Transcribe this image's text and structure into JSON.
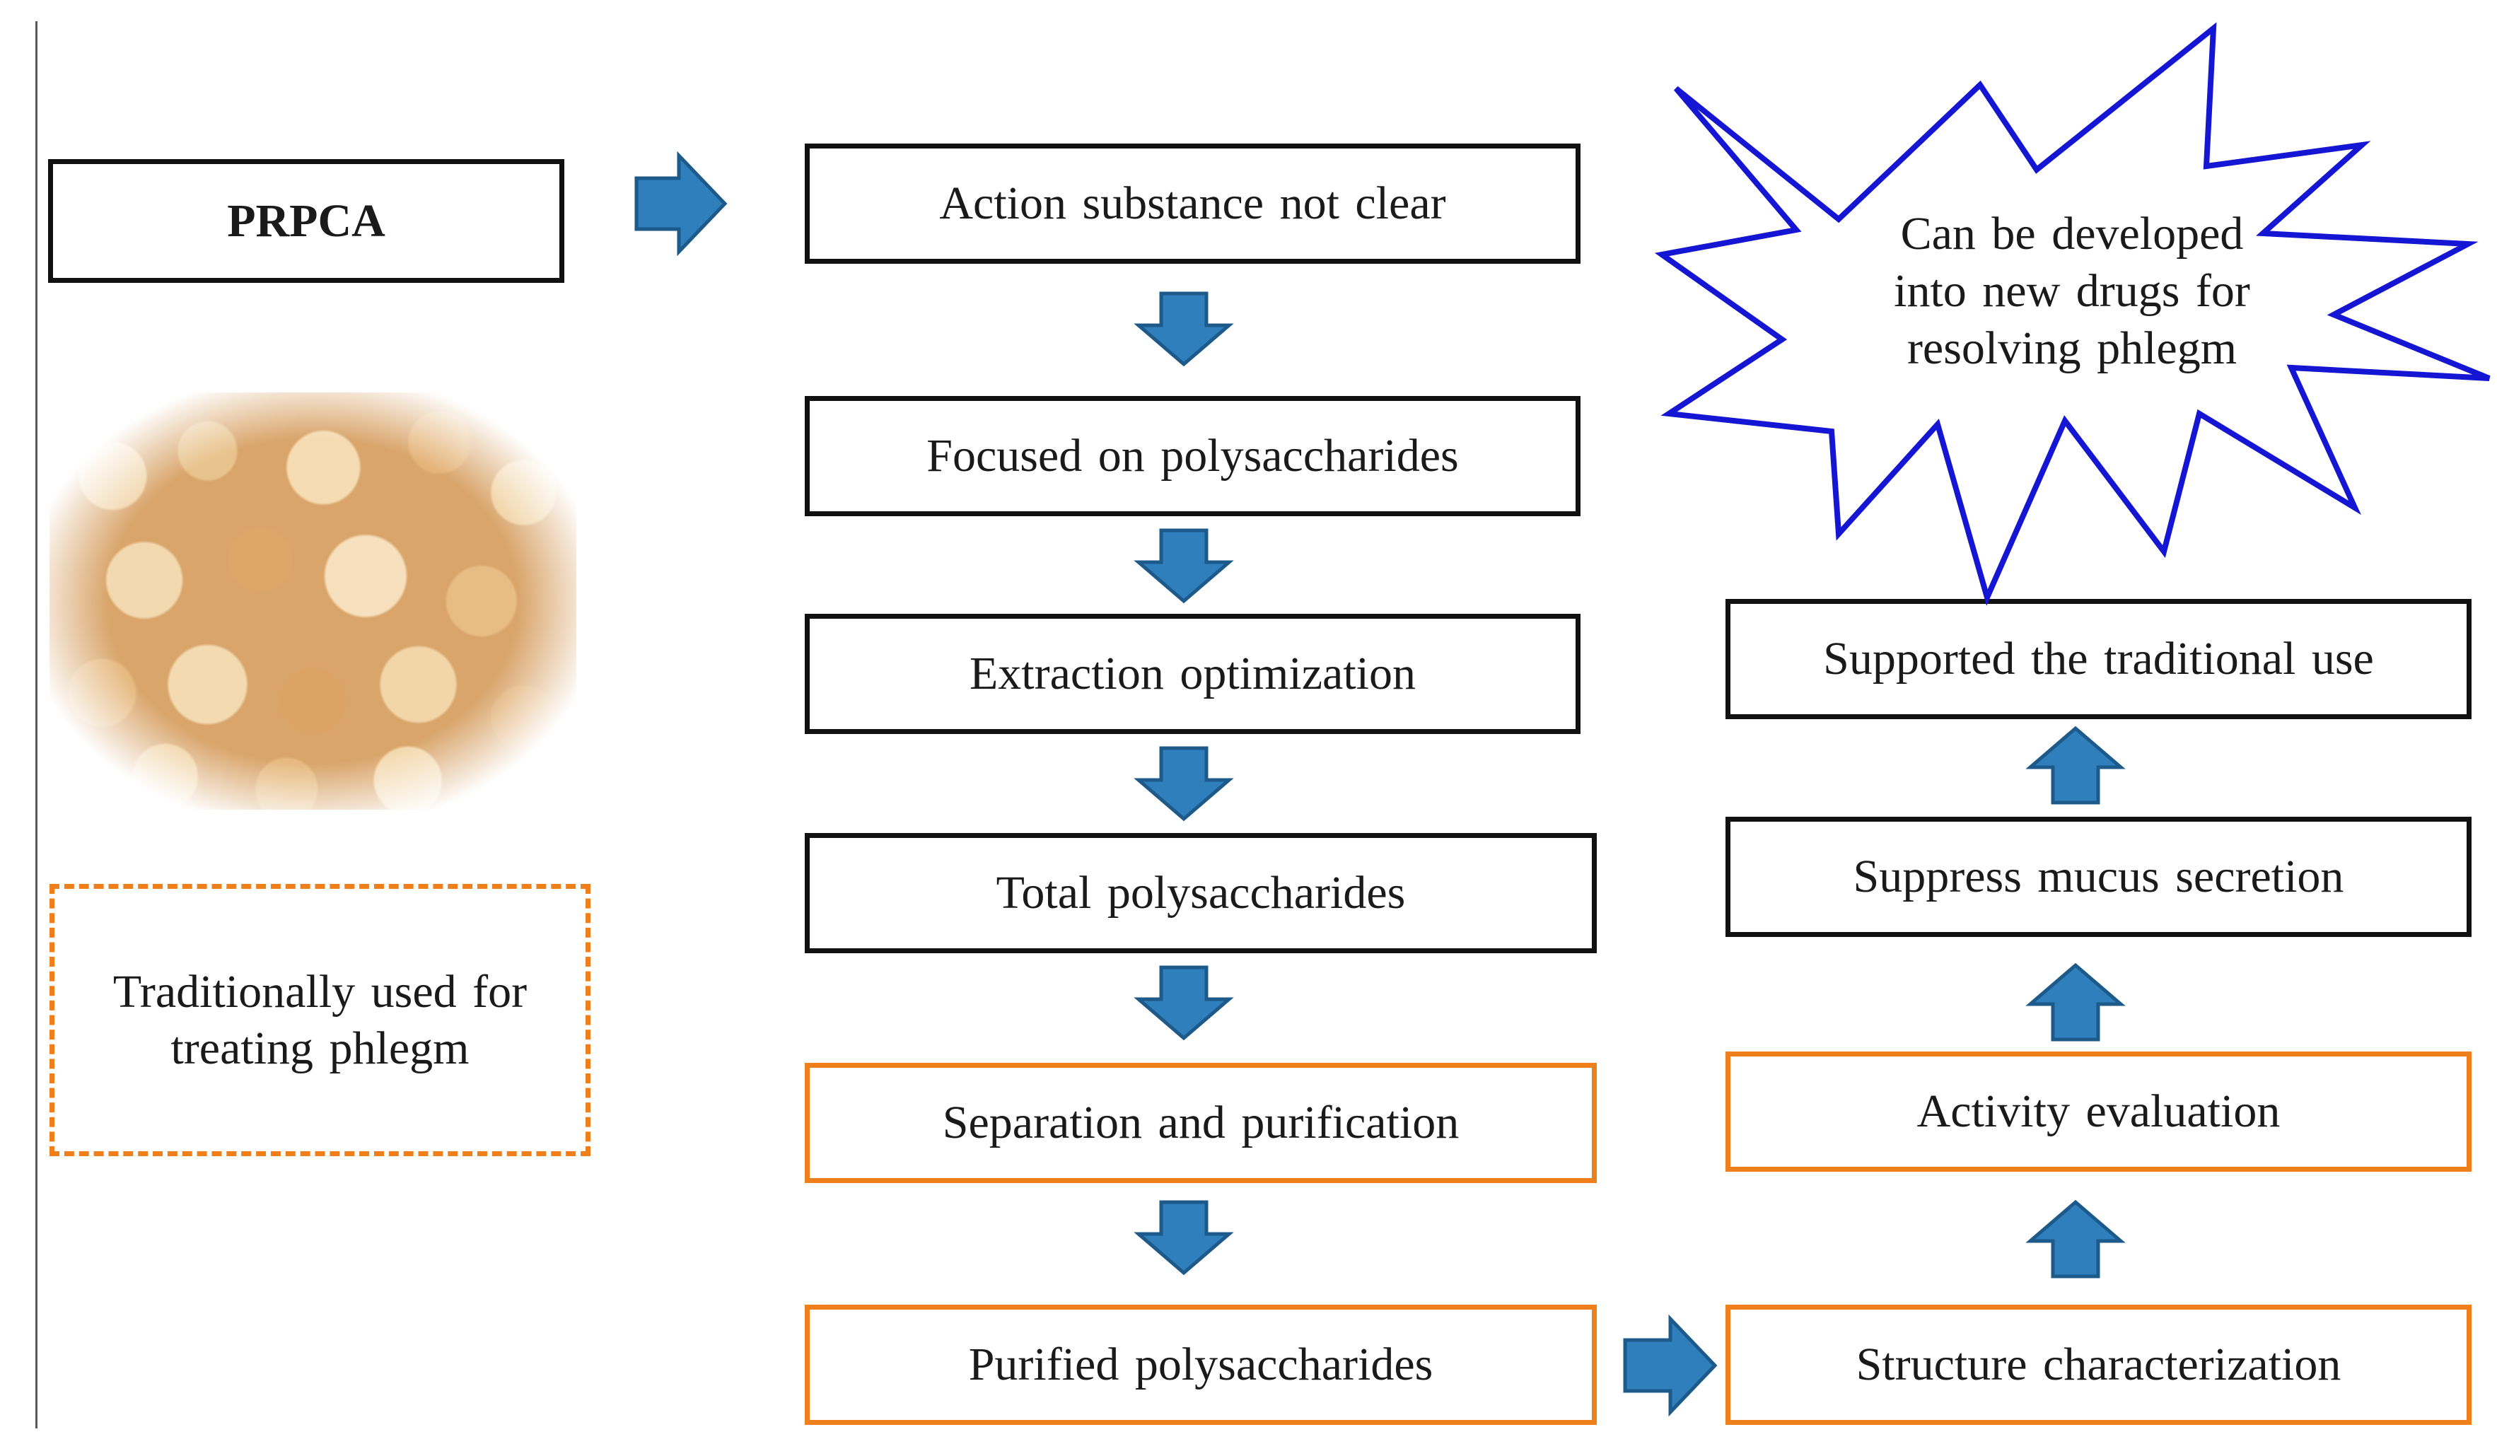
{
  "colors": {
    "box_border": "#111111",
    "orange_border": "#ef7f1a",
    "arrow_fill": "#2f7fbd",
    "arrow_stroke": "#1d5a8a",
    "star_stroke": "#1515d4"
  },
  "left": {
    "title": "PRPCA",
    "image_icon": "herb-slices-photo",
    "note": "Traditionally used for treating phlegm"
  },
  "middle_steps": [
    "Action substance not clear",
    "Focused on polysaccharides",
    "Extraction optimization",
    "Total polysaccharides",
    "Separation and purification",
    "Purified polysaccharides"
  ],
  "right_steps": [
    "Structure characterization",
    "Activity evaluation",
    "Suppress mucus secretion",
    "Supported the traditional use"
  ],
  "starburst": {
    "lines": [
      "Can be developed",
      "into new drugs for",
      "resolving phlegm"
    ]
  }
}
